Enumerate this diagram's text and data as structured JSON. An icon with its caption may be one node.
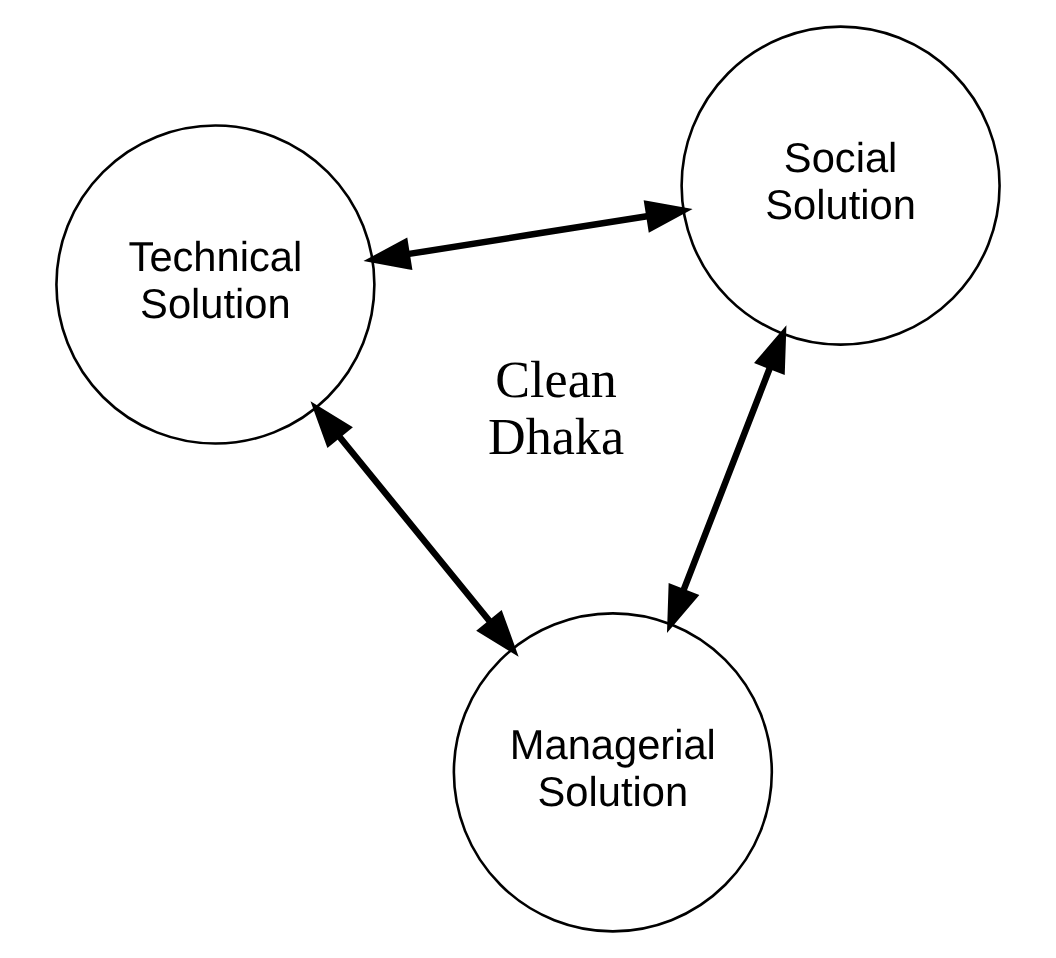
{
  "diagram": {
    "nodes": [
      {
        "text": [
          "Technical Solution"
        ]
      },
      {
        "text": [
          "Social Solution"
        ]
      },
      {
        "text": [
          "Managerial Solution"
        ]
      }
    ],
    "edges": [
      {
        "from": 0,
        "to": 1,
        "arrow": "both"
      },
      {
        "from": 1,
        "to": 2,
        "arrow": "both"
      },
      {
        "from": 0,
        "to": 2,
        "arrow": "both"
      }
    ],
    "labels": [
      "Clean Dhaka"
    ]
  }
}
